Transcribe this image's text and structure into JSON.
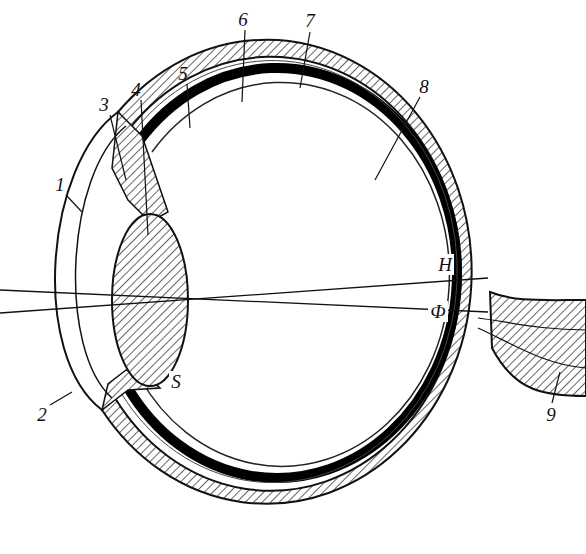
{
  "diagram": {
    "labels": [
      "1",
      "2",
      "3",
      "4",
      "5",
      "6",
      "7",
      "8",
      "9",
      "H",
      "Ф",
      "S"
    ]
  }
}
